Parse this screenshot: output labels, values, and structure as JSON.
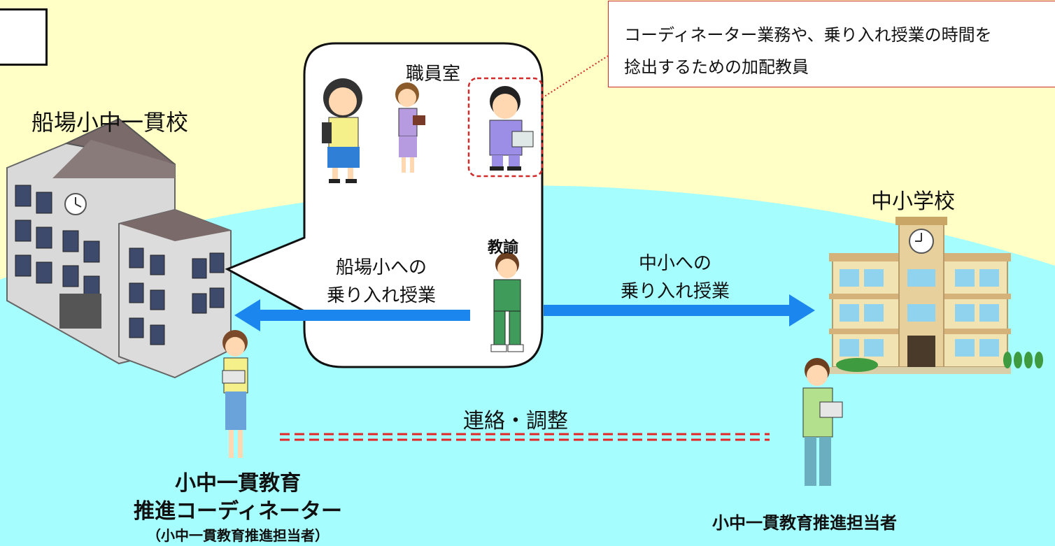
{
  "colors": {
    "background_yellow": "#ffffc6",
    "ground_cyan": "#a6fdfd",
    "arrow_blue": "#1a86ee",
    "dashed_red": "#e32626",
    "highlight_red": "#d12b2b"
  },
  "callout": {
    "line1": "コーディネーター業務や、乗り入れ授業の時間を",
    "line2": "捻出するための加配教員"
  },
  "staff_room_label": "職員室",
  "school_left": {
    "name": "船場小中一貫校"
  },
  "school_right": {
    "name": "中小学校"
  },
  "teacher_label": "教諭",
  "arrow_left": {
    "line1": "船場小への",
    "line2": "乗り入れ授業"
  },
  "arrow_right": {
    "line1": "中小への",
    "line2": "乗り入れ授業"
  },
  "contact_label": "連絡・調整",
  "coordinator": {
    "line1": "小中一貫教育",
    "line2": "推進コーディネーター",
    "line3": "（小中一貫教育推進担当者）"
  },
  "right_person": {
    "label": "小中一貫教育推進担当者"
  },
  "icons": [
    "school-building-left-icon",
    "school-building-right-icon",
    "teacher-icon",
    "coordinator-woman-icon",
    "staff-man-icon",
    "staff-woman-icon",
    "staff-woman2-icon",
    "extra-teacher-icon"
  ]
}
